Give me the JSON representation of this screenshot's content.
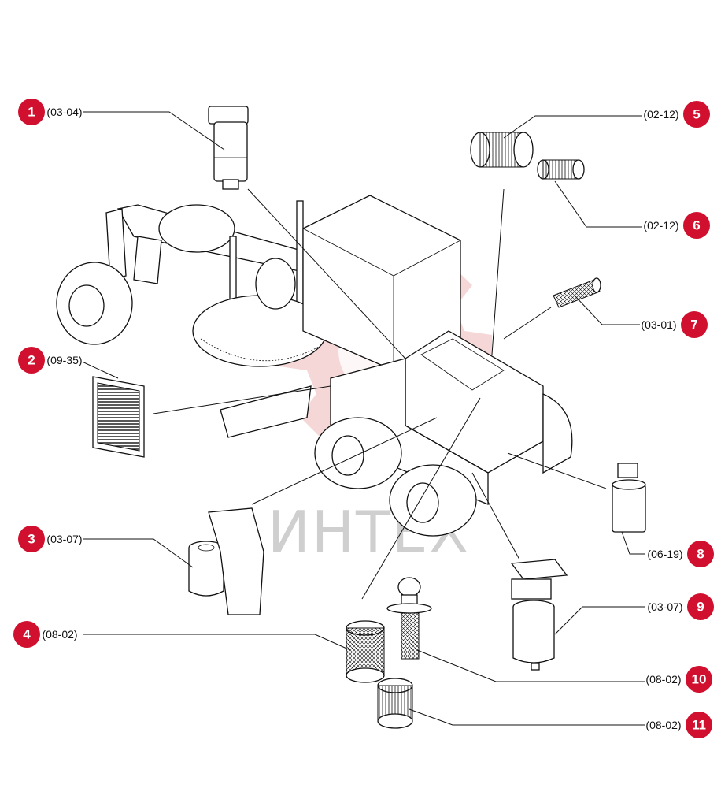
{
  "watermark": {
    "text": "ИНТЕХ",
    "color": "#e8a0a0"
  },
  "accent_color": "#d0102e",
  "callouts": [
    {
      "number": "1",
      "ref": "(03-04)",
      "part": "fuel-filter"
    },
    {
      "number": "2",
      "ref": "(09-35)",
      "part": "cabin-air-filter"
    },
    {
      "number": "3",
      "ref": "(03-07)",
      "part": "oil-filter"
    },
    {
      "number": "4",
      "ref": "(08-02)",
      "part": "hydraulic-filter"
    },
    {
      "number": "5",
      "ref": "(02-12)",
      "part": "air-filter-outer"
    },
    {
      "number": "6",
      "ref": "(02-12)",
      "part": "air-filter-inner"
    },
    {
      "number": "7",
      "ref": "(03-01)",
      "part": "fuel-strainer"
    },
    {
      "number": "8",
      "ref": "(06-19)",
      "part": "transmission-filter"
    },
    {
      "number": "9",
      "ref": "(03-07)",
      "part": "fuel-water-separator"
    },
    {
      "number": "10",
      "ref": "(08-02)",
      "part": "breather-filter"
    },
    {
      "number": "11",
      "ref": "(08-02)",
      "part": "return-filter"
    }
  ]
}
